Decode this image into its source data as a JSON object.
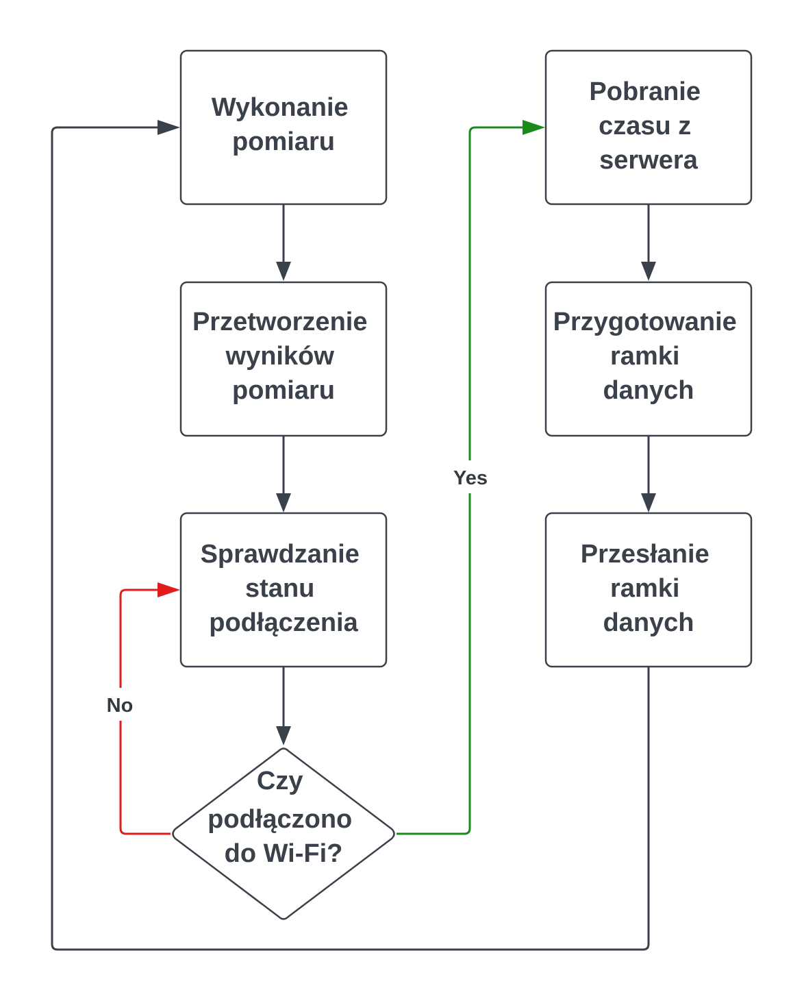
{
  "colors": {
    "box_stroke": "#3a414a",
    "text": "#3a414a",
    "connector": "#3a414a",
    "yes_branch": "#1a8a1a",
    "no_branch": "#e01b1b"
  },
  "nodes": {
    "measure": {
      "lines": [
        "Wykonanie",
        "pomiaru"
      ]
    },
    "process": {
      "lines": [
        "Przetworzenie",
        "wyników",
        "pomiaru"
      ]
    },
    "check": {
      "lines": [
        "Sprawdzanie",
        "stanu",
        "podłączenia"
      ]
    },
    "decision": {
      "lines": [
        "Czy",
        "podłączono",
        "do Wi-Fi?"
      ]
    },
    "fetch_time": {
      "lines": [
        "Pobranie",
        "czasu z",
        "serwera"
      ]
    },
    "prepare": {
      "lines": [
        "Przygotowanie",
        "ramki",
        "danych"
      ]
    },
    "send": {
      "lines": [
        "Przesłanie",
        "ramki",
        "danych"
      ]
    }
  },
  "edges": {
    "yes_label": "Yes",
    "no_label": "No"
  }
}
